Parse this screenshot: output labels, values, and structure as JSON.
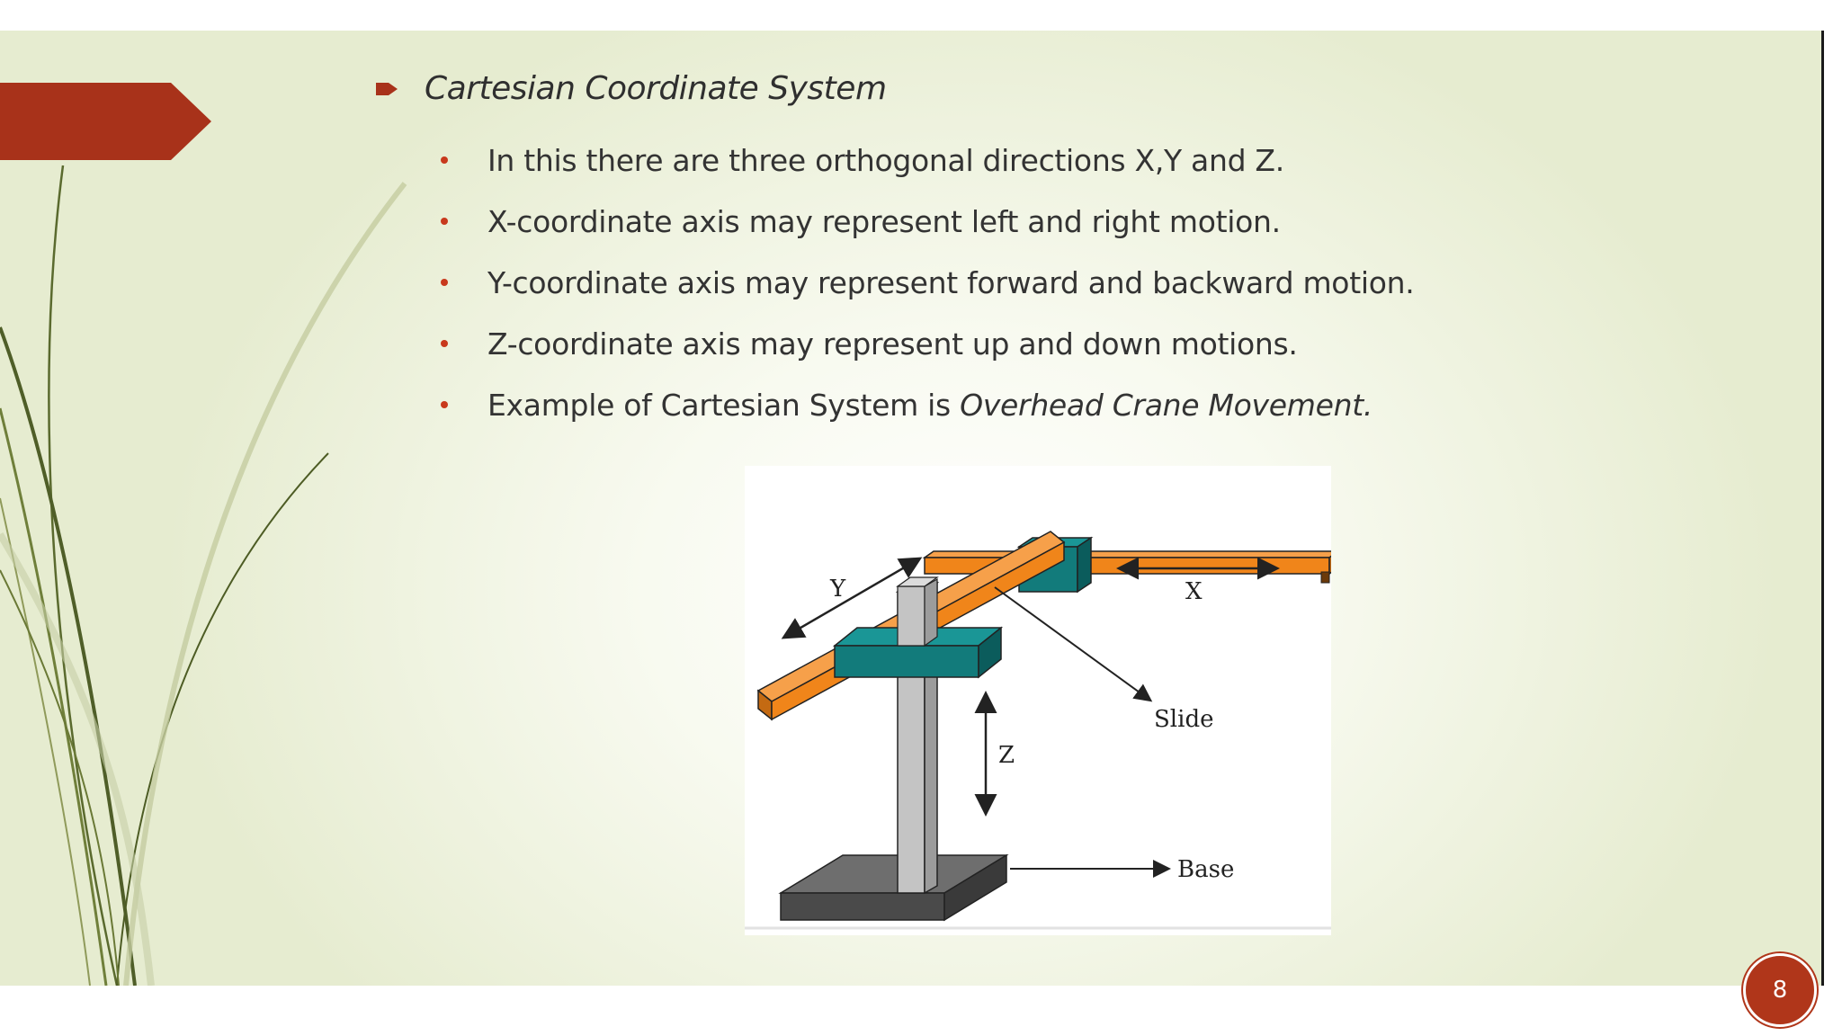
{
  "slide": {
    "heading": "Cartesian Coordinate System",
    "bullets": [
      {
        "text": "In this there are three orthogonal directions X,Y and Z."
      },
      {
        "text": "X-coordinate axis may represent left and right motion."
      },
      {
        "text": "Y-coordinate axis may represent forward and backward motion."
      },
      {
        "text": "Z-coordinate axis may represent up and down motions."
      },
      {
        "text": "Example of Cartesian System is ",
        "emphasis": "Overhead Crane Movement."
      }
    ],
    "page_number": "8"
  },
  "figure": {
    "labels": {
      "x": "X",
      "y": "Y",
      "z": "Z",
      "slide": "Slide",
      "base": "Base"
    }
  },
  "colors": {
    "accent": "#a8321a",
    "bullet": "#c8391c",
    "arm_orange": "#f0851a",
    "carriage_teal": "#127b7b",
    "column_gray": "#bdbdbd",
    "base_dark": "#575757"
  }
}
